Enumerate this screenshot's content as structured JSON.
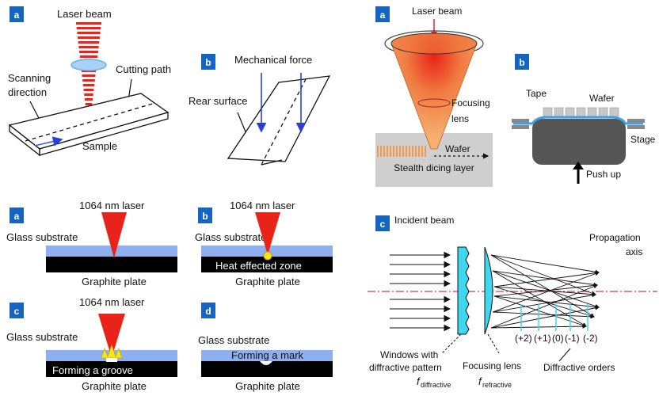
{
  "colors": {
    "badge": "#1565c0",
    "laser": "#e8231a",
    "glass": "#8fb0ee",
    "plate": "#000000",
    "cone_orange": "#f5a55a",
    "layer_gray": "#cfcfcf",
    "chuck_gray": "#555555",
    "element_cyan": "#3fd8f0",
    "axis_red": "#e03a3a"
  },
  "panel_tl": {
    "a": {
      "badge": "a",
      "laser_beam": "Laser beam",
      "cutting_path": "Cutting path",
      "scanning_line1": "Scanning",
      "scanning_line2": "direction",
      "sample": "Sample"
    },
    "b": {
      "badge": "b",
      "mechanical_force": "Mechanical force",
      "rear_surface": "Rear surface"
    }
  },
  "panel_bl": {
    "a": {
      "badge": "a",
      "laser": "1064 nm laser",
      "substrate": "Glass substrate",
      "plate": "Graphite plate"
    },
    "b": {
      "badge": "b",
      "laser": "1064 nm laser",
      "substrate": "Glass substrate",
      "zone": "Heat effected zone",
      "plate": "Graphite plate"
    },
    "c": {
      "badge": "c",
      "laser": "1064 nm laser",
      "substrate": "Glass substrate",
      "groove": "Forming a groove",
      "plate": "Graphite plate"
    },
    "d": {
      "badge": "d",
      "substrate": "Glass substrate",
      "mark": "Forming a mark",
      "plate": "Graphite plate"
    }
  },
  "panel_tr": {
    "a": {
      "badge": "a",
      "laser_beam": "Laser beam",
      "focusing_line1": "Focusing",
      "focusing_line2": "lens",
      "wafer": "Wafer",
      "layer": "Stealth dicing layer"
    },
    "b": {
      "badge": "b",
      "tape": "Tape",
      "wafer": "Wafer",
      "stage": "Stage",
      "push_up": "Push up"
    }
  },
  "panel_br": {
    "badge": "c",
    "incident_beam": "Incident beam",
    "propagation_line1": "Propagation",
    "propagation_line2": "axis",
    "orders": [
      "(+2)",
      "(+1)",
      "(0)",
      "(-1)",
      "(-2)"
    ],
    "windows_line1": "Windows with",
    "windows_line2": "diffractive pattern",
    "f_diffractive_base": "f",
    "f_diffractive_sub": "diffractive",
    "focusing_lens": "Focusing lens",
    "f_refractive_base": "f",
    "f_refractive_sub": "refractive",
    "diffractive_orders": "Diffractive orders"
  }
}
